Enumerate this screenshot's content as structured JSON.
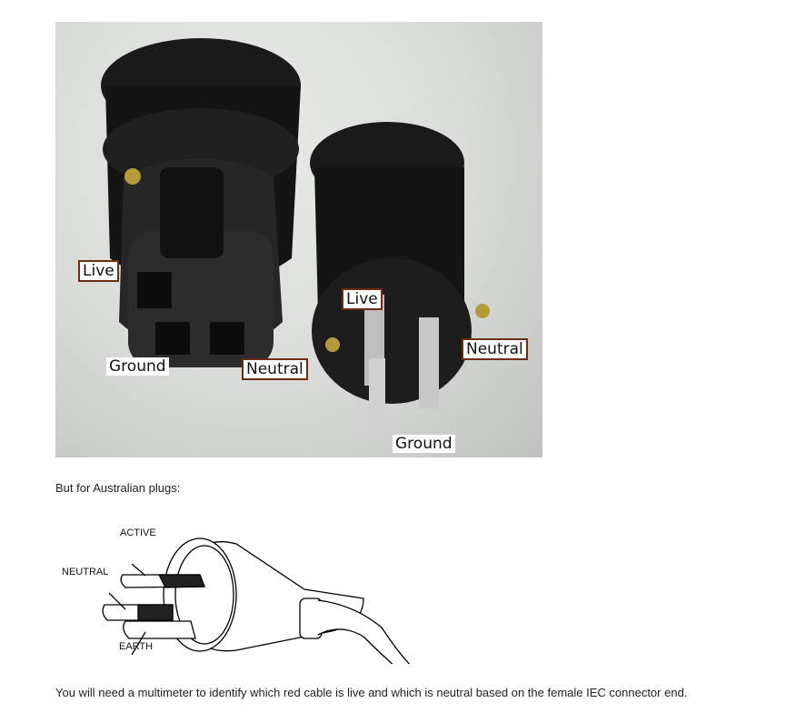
{
  "photo": {
    "alt": "US IEC female connector and male plug with pin labels",
    "labels": {
      "female_live": "Live",
      "female_ground": "Ground",
      "female_neutral": "Neutral",
      "male_live": "Live",
      "male_neutral": "Neutral",
      "male_ground": "Ground"
    },
    "label_border_color": "#6b2e14"
  },
  "text": {
    "australian_intro": "But for Australian plugs:",
    "conclusion": "You will need a multimeter to identify which red cable is live and which is neutral based on the female IEC connector end."
  },
  "diagram": {
    "labels": {
      "active": "ACTIVE",
      "neutral": "NEUTRAL",
      "earth": "EARTH"
    }
  }
}
